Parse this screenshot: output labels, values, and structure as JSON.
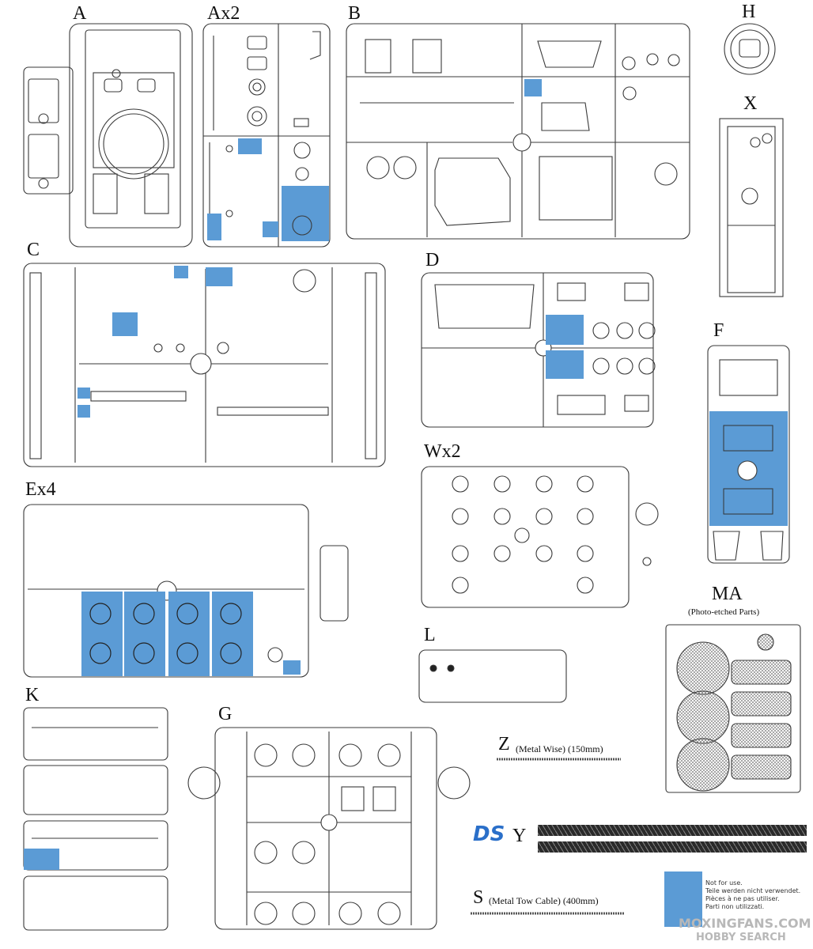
{
  "sprues": {
    "A": "A",
    "Ax2": "Ax2",
    "B": "B",
    "H": "H",
    "X": "X",
    "C": "C",
    "D": "D",
    "F": "F",
    "Wx2": "Wx2",
    "Ex4": "Ex4",
    "L": "L",
    "K": "K",
    "G": "G",
    "MA": "MA",
    "Y": "Y"
  },
  "ma_subtitle": "(Photo-etched Parts)",
  "metal_wise": {
    "letter": "Z",
    "text": "(Metal Wise)  (150mm)"
  },
  "tow_cable": {
    "letter": "S",
    "text": "(Metal Tow Cable)  (400mm)"
  },
  "ds_logo": "DS",
  "legend_lines": [
    "Not for use.",
    "Teile werden nicht verwendet.",
    "Pièces à ne pas utiliser.",
    "Parti non utilizzati."
  ],
  "watermark": {
    "site": "MOXINGFANS.COM",
    "brand": "HOBBY SEARCH"
  },
  "colors": {
    "highlight": "#5b9bd5",
    "line": "#3a3a3a",
    "watermark": "#c2c2c2"
  }
}
